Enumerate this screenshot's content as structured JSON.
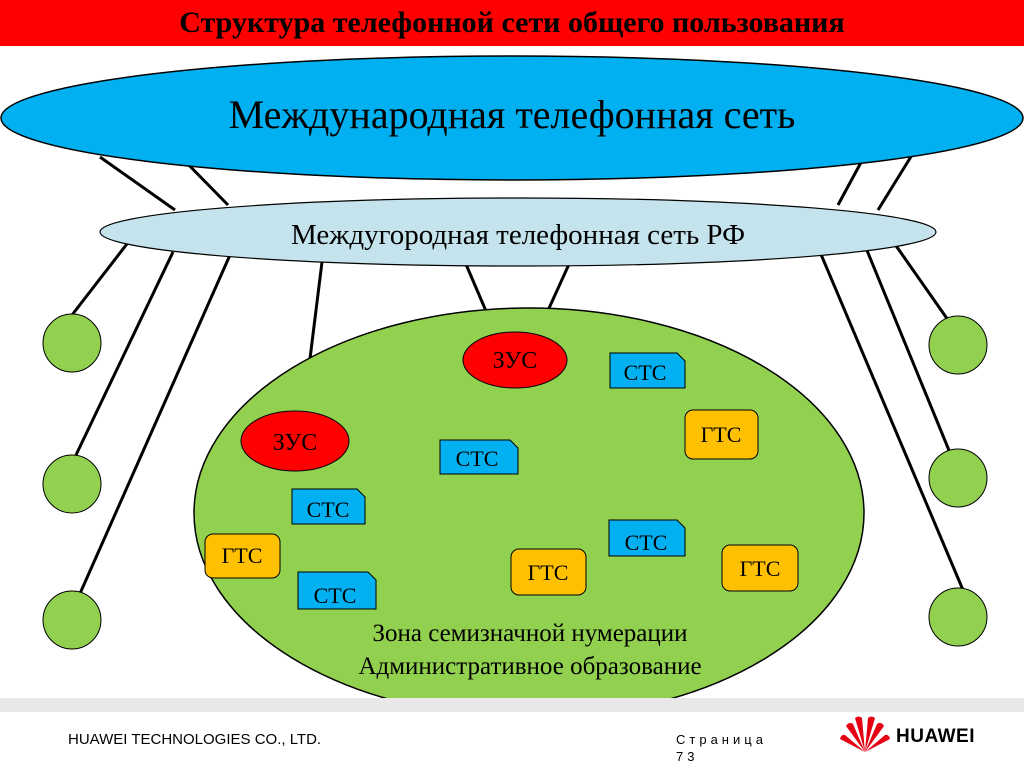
{
  "title": "Структура телефонной сети общего пользования",
  "diagram": {
    "international_network": "Международная телефонная сеть",
    "intercity_network": "Междугородная телефонная сеть РФ",
    "zus_labels": [
      "ЗУС",
      "ЗУС"
    ],
    "cts_labels": [
      "СТС",
      "СТС",
      "СТС",
      "СТС",
      "СТС"
    ],
    "gts_labels": [
      "ГТС",
      "ГТС",
      "ГТС",
      "ГТС"
    ],
    "zone_caption": [
      "Зона семизначной нумерации",
      "Административное образование"
    ],
    "colors": {
      "international": "#00b0f0",
      "intercity": "#c5e3ec",
      "zone": "#92d050",
      "zus": "#ff0000",
      "cts": "#00b0f0",
      "gts": "#ffc000"
    }
  },
  "footer": {
    "company": "HUAWEI TECHNOLOGIES CO., LTD.",
    "page_label": "Страница",
    "page_number": "73",
    "brand": "HUAWEI"
  }
}
